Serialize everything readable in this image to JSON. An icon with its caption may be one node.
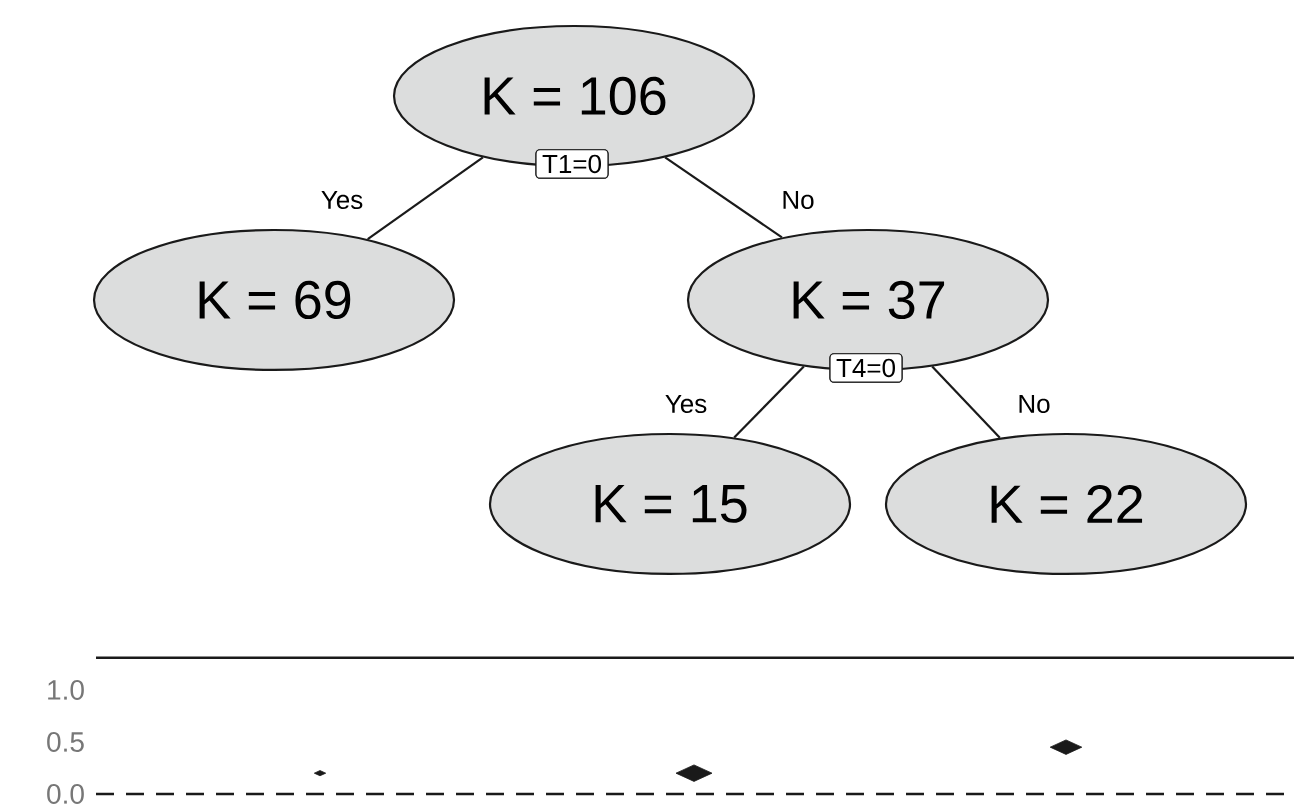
{
  "diagram": {
    "nodes": [
      {
        "text": [
          "K = 106"
        ]
      },
      {
        "text": [
          "T1=0"
        ]
      },
      {
        "text": [
          "K = 69"
        ]
      },
      {
        "text": [
          "K = 37"
        ]
      },
      {
        "text": [
          "T4=0"
        ]
      },
      {
        "text": [
          "K = 15"
        ]
      },
      {
        "text": [
          "K = 22"
        ]
      }
    ],
    "edges": [
      {
        "from": 0,
        "to": 2,
        "arrow": "none",
        "label": "Yes"
      },
      {
        "from": 0,
        "to": 3,
        "arrow": "none",
        "label": "No"
      },
      {
        "from": 3,
        "to": 5,
        "arrow": "none",
        "label": "Yes"
      },
      {
        "from": 3,
        "to": 6,
        "arrow": "none",
        "label": "No"
      }
    ],
    "chart_data": {
      "type": "scatter",
      "ylim": [
        0,
        1.31
      ],
      "yticks": [
        {
          "value": 0,
          "label": "0.0"
        },
        {
          "value": 0.5,
          "label": "0.5"
        },
        {
          "value": 1,
          "label": "1.0"
        }
      ],
      "series": [
        {
          "color": "#1a1a1a",
          "values": [
            0.2,
            0.2,
            0.45
          ],
          "sizes": [
            0.1,
            1,
            0.77
          ]
        }
      ]
    }
  }
}
